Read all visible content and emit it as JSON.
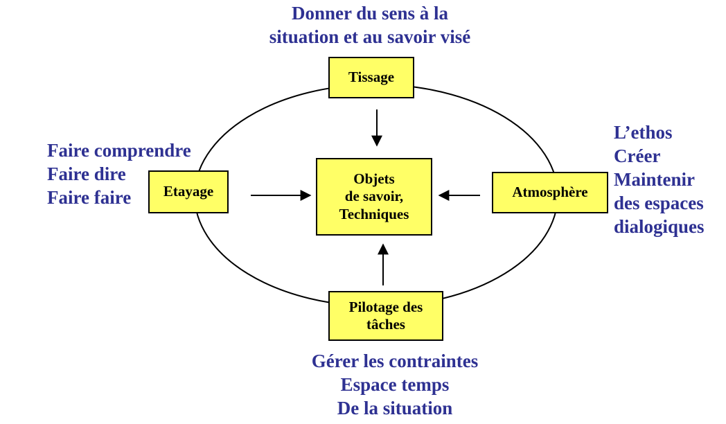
{
  "colors": {
    "box_fill": "#ffff66",
    "box_border": "#000000",
    "note_text": "#2e3192",
    "ellipse_stroke": "#000000",
    "arrow": "#000000"
  },
  "nodes": {
    "tissage": {
      "lines": [
        "Tissage"
      ]
    },
    "etayage": {
      "lines": [
        "Etayage"
      ]
    },
    "center": {
      "lines": [
        "Objets",
        "de savoir,",
        "Techniques"
      ]
    },
    "atmosphere": {
      "lines": [
        "Atmosphère"
      ]
    },
    "pilotage": {
      "lines": [
        "Pilotage des",
        "tâches"
      ]
    }
  },
  "notes": {
    "top": [
      "Donner du sens à la",
      "situation et au savoir visé"
    ],
    "left": [
      "Faire comprendre",
      "Faire dire",
      "Faire faire"
    ],
    "right": [
      "L’ethos",
      "Créer",
      "Maintenir",
      "des espaces",
      "dialogiques"
    ],
    "bottom": [
      "Gérer les contraintes",
      "Espace temps",
      "De la situation"
    ]
  },
  "edges": [
    {
      "from": "tissage",
      "to": "center"
    },
    {
      "from": "etayage",
      "to": "center"
    },
    {
      "from": "atmosphere",
      "to": "center"
    },
    {
      "from": "pilotage",
      "to": "center"
    }
  ]
}
